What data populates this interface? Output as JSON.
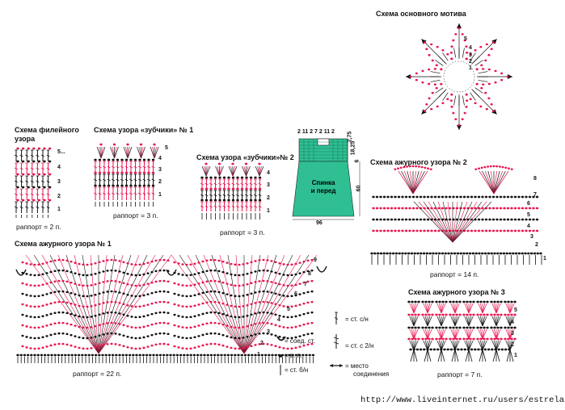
{
  "titles": {
    "main_motif": "Схема основного мотива",
    "fillet_line1": "Схема филейного",
    "fillet_line2": "узора",
    "picot1": "Схема узора «зубчики» № 1",
    "picot2": "Схема узора «зубчики»№ 2",
    "openwork1": "Схема ажурного узора № 1",
    "openwork2": "Схема ажурного узора № 2",
    "openwork3": "Схема ажурного узора № 3"
  },
  "captions": {
    "fillet": "раппорт = 2 п.",
    "picot1": "раппорт = 3 п.",
    "picot2": "раппорт = 3 п.",
    "openwork1": "раппорт = 22 п.",
    "openwork2": "раппорт = 14 п.",
    "openwork3": "раппорт = 7 п."
  },
  "garment": {
    "label_line1": "Спинка",
    "label_line2": "и перед",
    "top_dims": "2 11 2 7 2 11 2",
    "width": "96",
    "height": "60",
    "side_a": "2,75",
    "side_b": "18,25",
    "side_c": "6",
    "fill_color": "#2fbf93"
  },
  "legend": {
    "slip": "= соед. ст.",
    "chain": "= в. п.",
    "sc": "= ст. б/н",
    "dc": "= ст. с/н",
    "dc2": "= ст. с 2/н",
    "join": "= место",
    "join2": "соединения"
  },
  "row_numbers": {
    "fillet": [
      "5...",
      "4",
      "3",
      "2",
      "1"
    ],
    "picot1": [
      "5",
      "4",
      "3",
      "2",
      "1"
    ],
    "picot2": [
      "4",
      "3",
      "2",
      "1"
    ],
    "openwork1": [
      "9",
      "8",
      "7",
      "6",
      "5",
      "4",
      "3",
      "2",
      "1"
    ],
    "openwork2": [
      "8",
      "7",
      "6",
      "5",
      "4",
      "3",
      "2",
      "1"
    ],
    "openwork3": [
      "5",
      "4",
      "3",
      "2",
      "1"
    ],
    "motif": [
      "5",
      "4",
      "3",
      "2",
      "1"
    ]
  },
  "colors": {
    "pink": "#e8164f",
    "black": "#111111"
  },
  "footer_url": "http://www.liveinternet.ru/users/estrela/"
}
